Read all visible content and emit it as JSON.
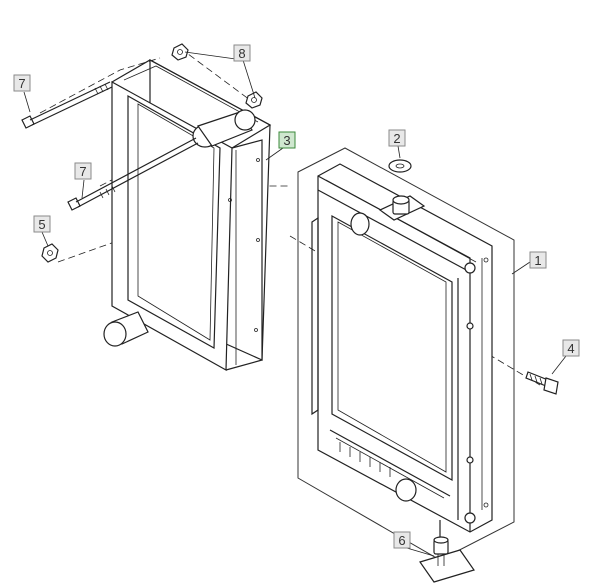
{
  "callouts": [
    {
      "id": "1",
      "label": "1"
    },
    {
      "id": "2",
      "label": "2"
    },
    {
      "id": "3",
      "label": "3"
    },
    {
      "id": "4",
      "label": "4"
    },
    {
      "id": "5",
      "label": "5"
    },
    {
      "id": "6",
      "label": "6"
    },
    {
      "id": "7a",
      "label": "7"
    },
    {
      "id": "7b",
      "label": "7"
    },
    {
      "id": "8",
      "label": "8"
    }
  ],
  "colors": {
    "line": "#222222",
    "callout_fill": "#e8e8e8",
    "callout_highlight": "#cfe7cf",
    "highlight_border": "#3b8a3b"
  }
}
